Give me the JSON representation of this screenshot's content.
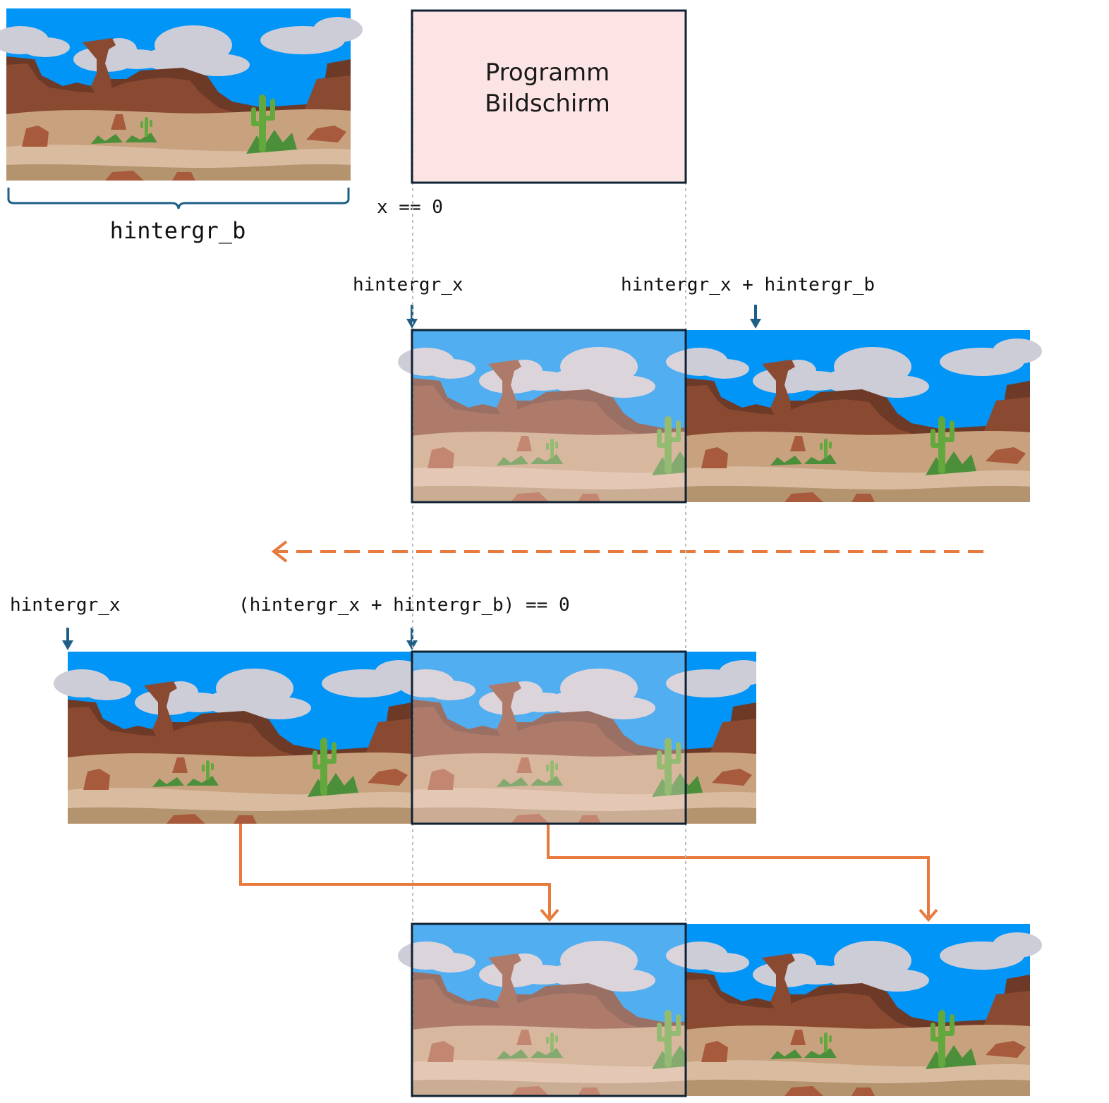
{
  "screen_box": {
    "line1": "Programm",
    "line2": "Bildschirm"
  },
  "labels": {
    "width_brace": "hintergr_b",
    "x_zero": "x == 0",
    "row2_left": "hintergr_x",
    "row2_right": "hintergr_x + hintergr_b",
    "row3_left": "hintergr_x",
    "row3_right": "(hintergr_x + hintergr_b) == 0"
  },
  "colors": {
    "sky": "#0095f7",
    "cloud": "#cdcdd8",
    "rock_dark": "#6e3a28",
    "rock_mid": "#8a4a32",
    "rock_light": "#a85a3c",
    "sand": "#c8a27f",
    "sand_light": "#d9bba0",
    "sand_dark": "#b4946f",
    "cactus": "#63a83c",
    "screen_fill": "#fde4e4",
    "screen_border": "#0f2233",
    "blue_arrow": "#1f5f86",
    "orange_arrow": "#e87a3c",
    "guide": "#bdbdbd"
  },
  "icons": {
    "background_image": "desert-landscape-image",
    "down_arrow": "down-arrow-icon",
    "left_arrow": "left-arrow-icon"
  }
}
